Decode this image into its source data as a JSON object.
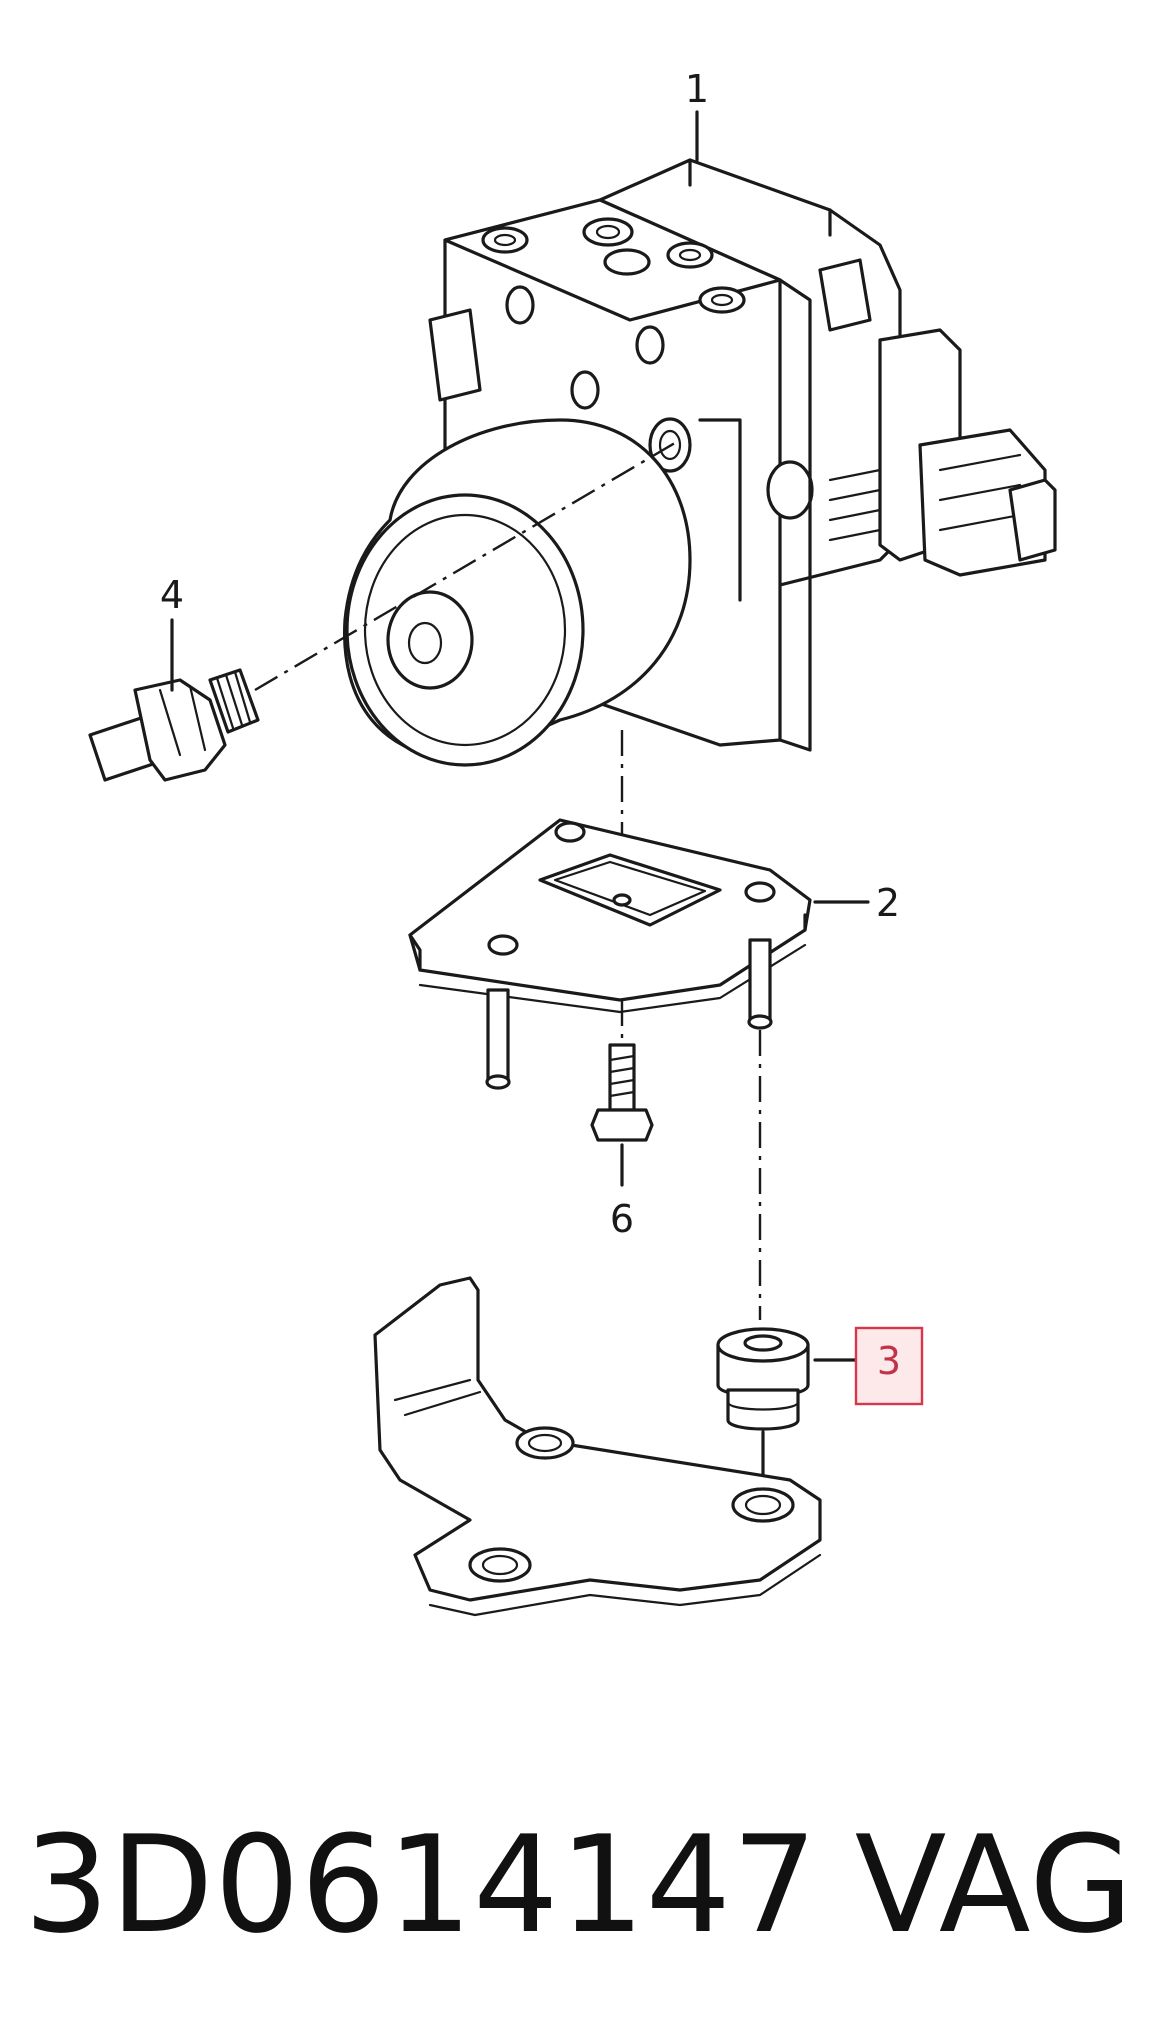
{
  "diagram": {
    "callouts": {
      "c1": "1",
      "c2": "2",
      "c3": "3",
      "c4": "4",
      "c6": "6"
    },
    "highlighted_callout": "3",
    "highlight_color": "#d8364b"
  },
  "footer": {
    "part_number": "3D0614147",
    "brand": "VAG"
  }
}
